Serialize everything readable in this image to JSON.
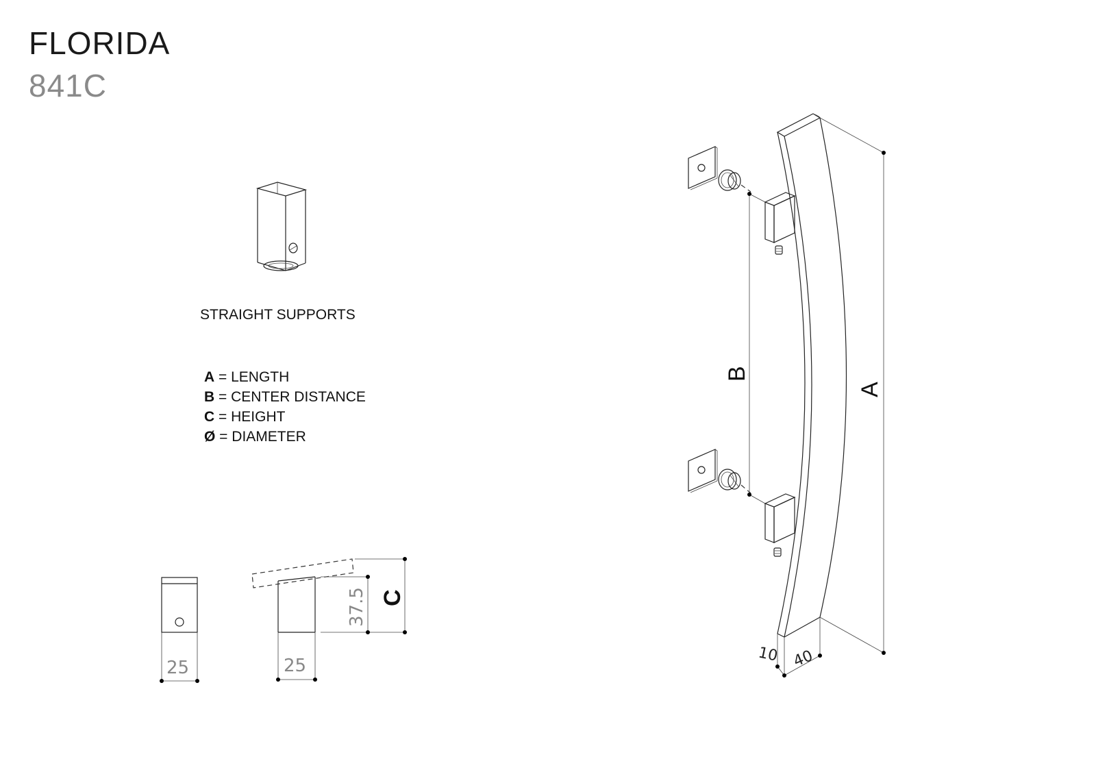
{
  "header": {
    "title": "FLORIDA",
    "code": "841C"
  },
  "supports": {
    "label": "STRAIGHT SUPPORTS"
  },
  "legend": [
    {
      "key": "A",
      "text": " = LENGTH"
    },
    {
      "key": "B",
      "text": " = CENTER DISTANCE"
    },
    {
      "key": "C",
      "text": " = HEIGHT"
    },
    {
      "key": "Ø",
      "text": " = DIAMETER"
    }
  ],
  "dimensions": {
    "front_width": "25",
    "side_width": "25",
    "support_height": "37.5",
    "height_letter": "C",
    "length_letter": "A",
    "center_letter": "B",
    "thickness": "10",
    "handle_width": "40"
  }
}
